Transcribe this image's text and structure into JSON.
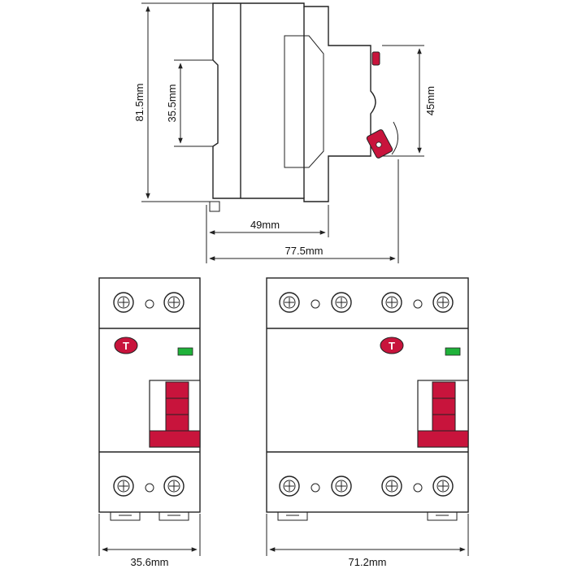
{
  "side_view": {
    "height_total": "81.5mm",
    "rail_height": "35.5mm",
    "front_height": "45mm",
    "depth_rail": "49mm",
    "depth_total": "77.5mm"
  },
  "front_view_2p": {
    "width": "35.6mm",
    "logo": "T"
  },
  "front_view_4p": {
    "width": "71.2mm",
    "logo": "T"
  },
  "colors": {
    "handle": "#c8143c",
    "indicator": "#1fb23a",
    "logo": "#c8143c",
    "line": "#222222"
  }
}
